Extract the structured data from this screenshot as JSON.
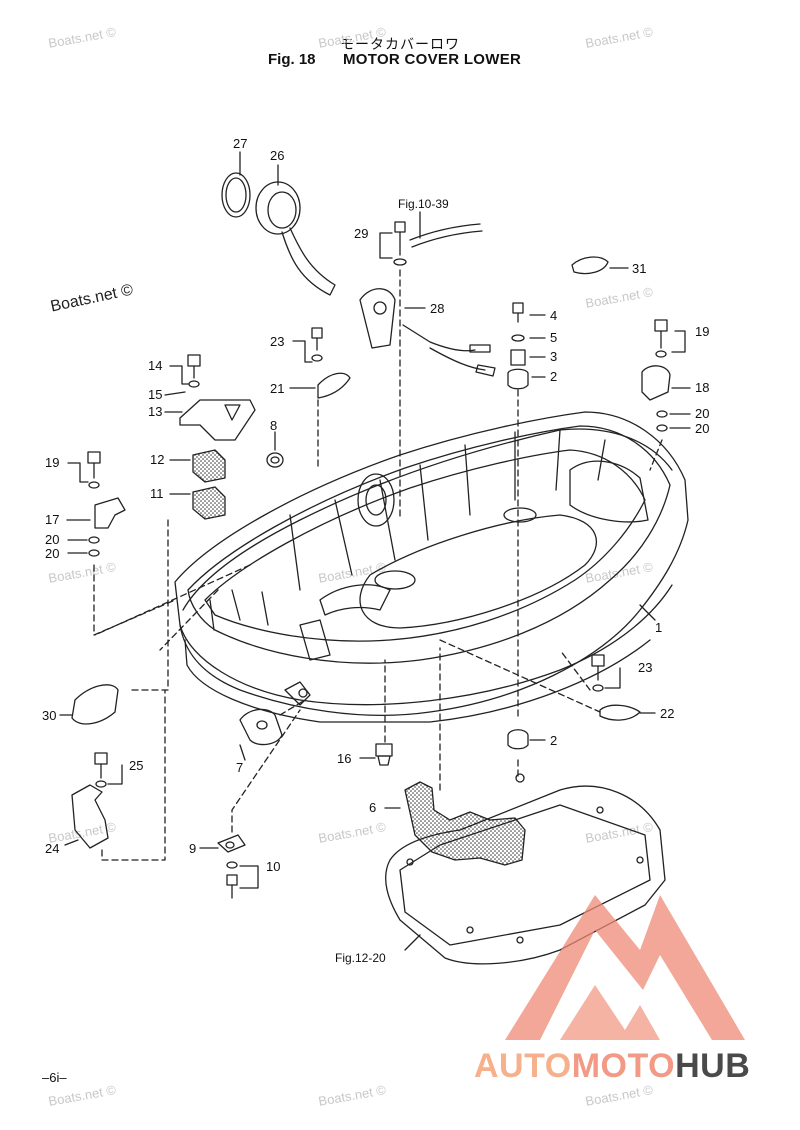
{
  "header": {
    "title_jp": "モータカバーロワ",
    "fig_label": "Fig. 18",
    "title_en": "MOTOR COVER LOWER"
  },
  "page_number": "–6i–",
  "watermark": "Boats.net ©",
  "references": {
    "fig_10_39": "Fig.10-39",
    "fig_12_20": "Fig.12-20"
  },
  "callouts": [
    "1",
    "2",
    "2",
    "3",
    "4",
    "5",
    "6",
    "7",
    "8",
    "9",
    "10",
    "11",
    "12",
    "13",
    "14",
    "15",
    "16",
    "17",
    "18",
    "19",
    "19",
    "20",
    "20",
    "20",
    "20",
    "21",
    "22",
    "23",
    "23",
    "24",
    "25",
    "26",
    "27",
    "28",
    "29",
    "30",
    "31"
  ],
  "logo": {
    "part1": "AUTO",
    "part2": "MOTO",
    "part3": "HUB",
    "color_primary": "#f29a86",
    "color_secondary": "#f6b08c",
    "color_dark": "#4a4a4a"
  }
}
